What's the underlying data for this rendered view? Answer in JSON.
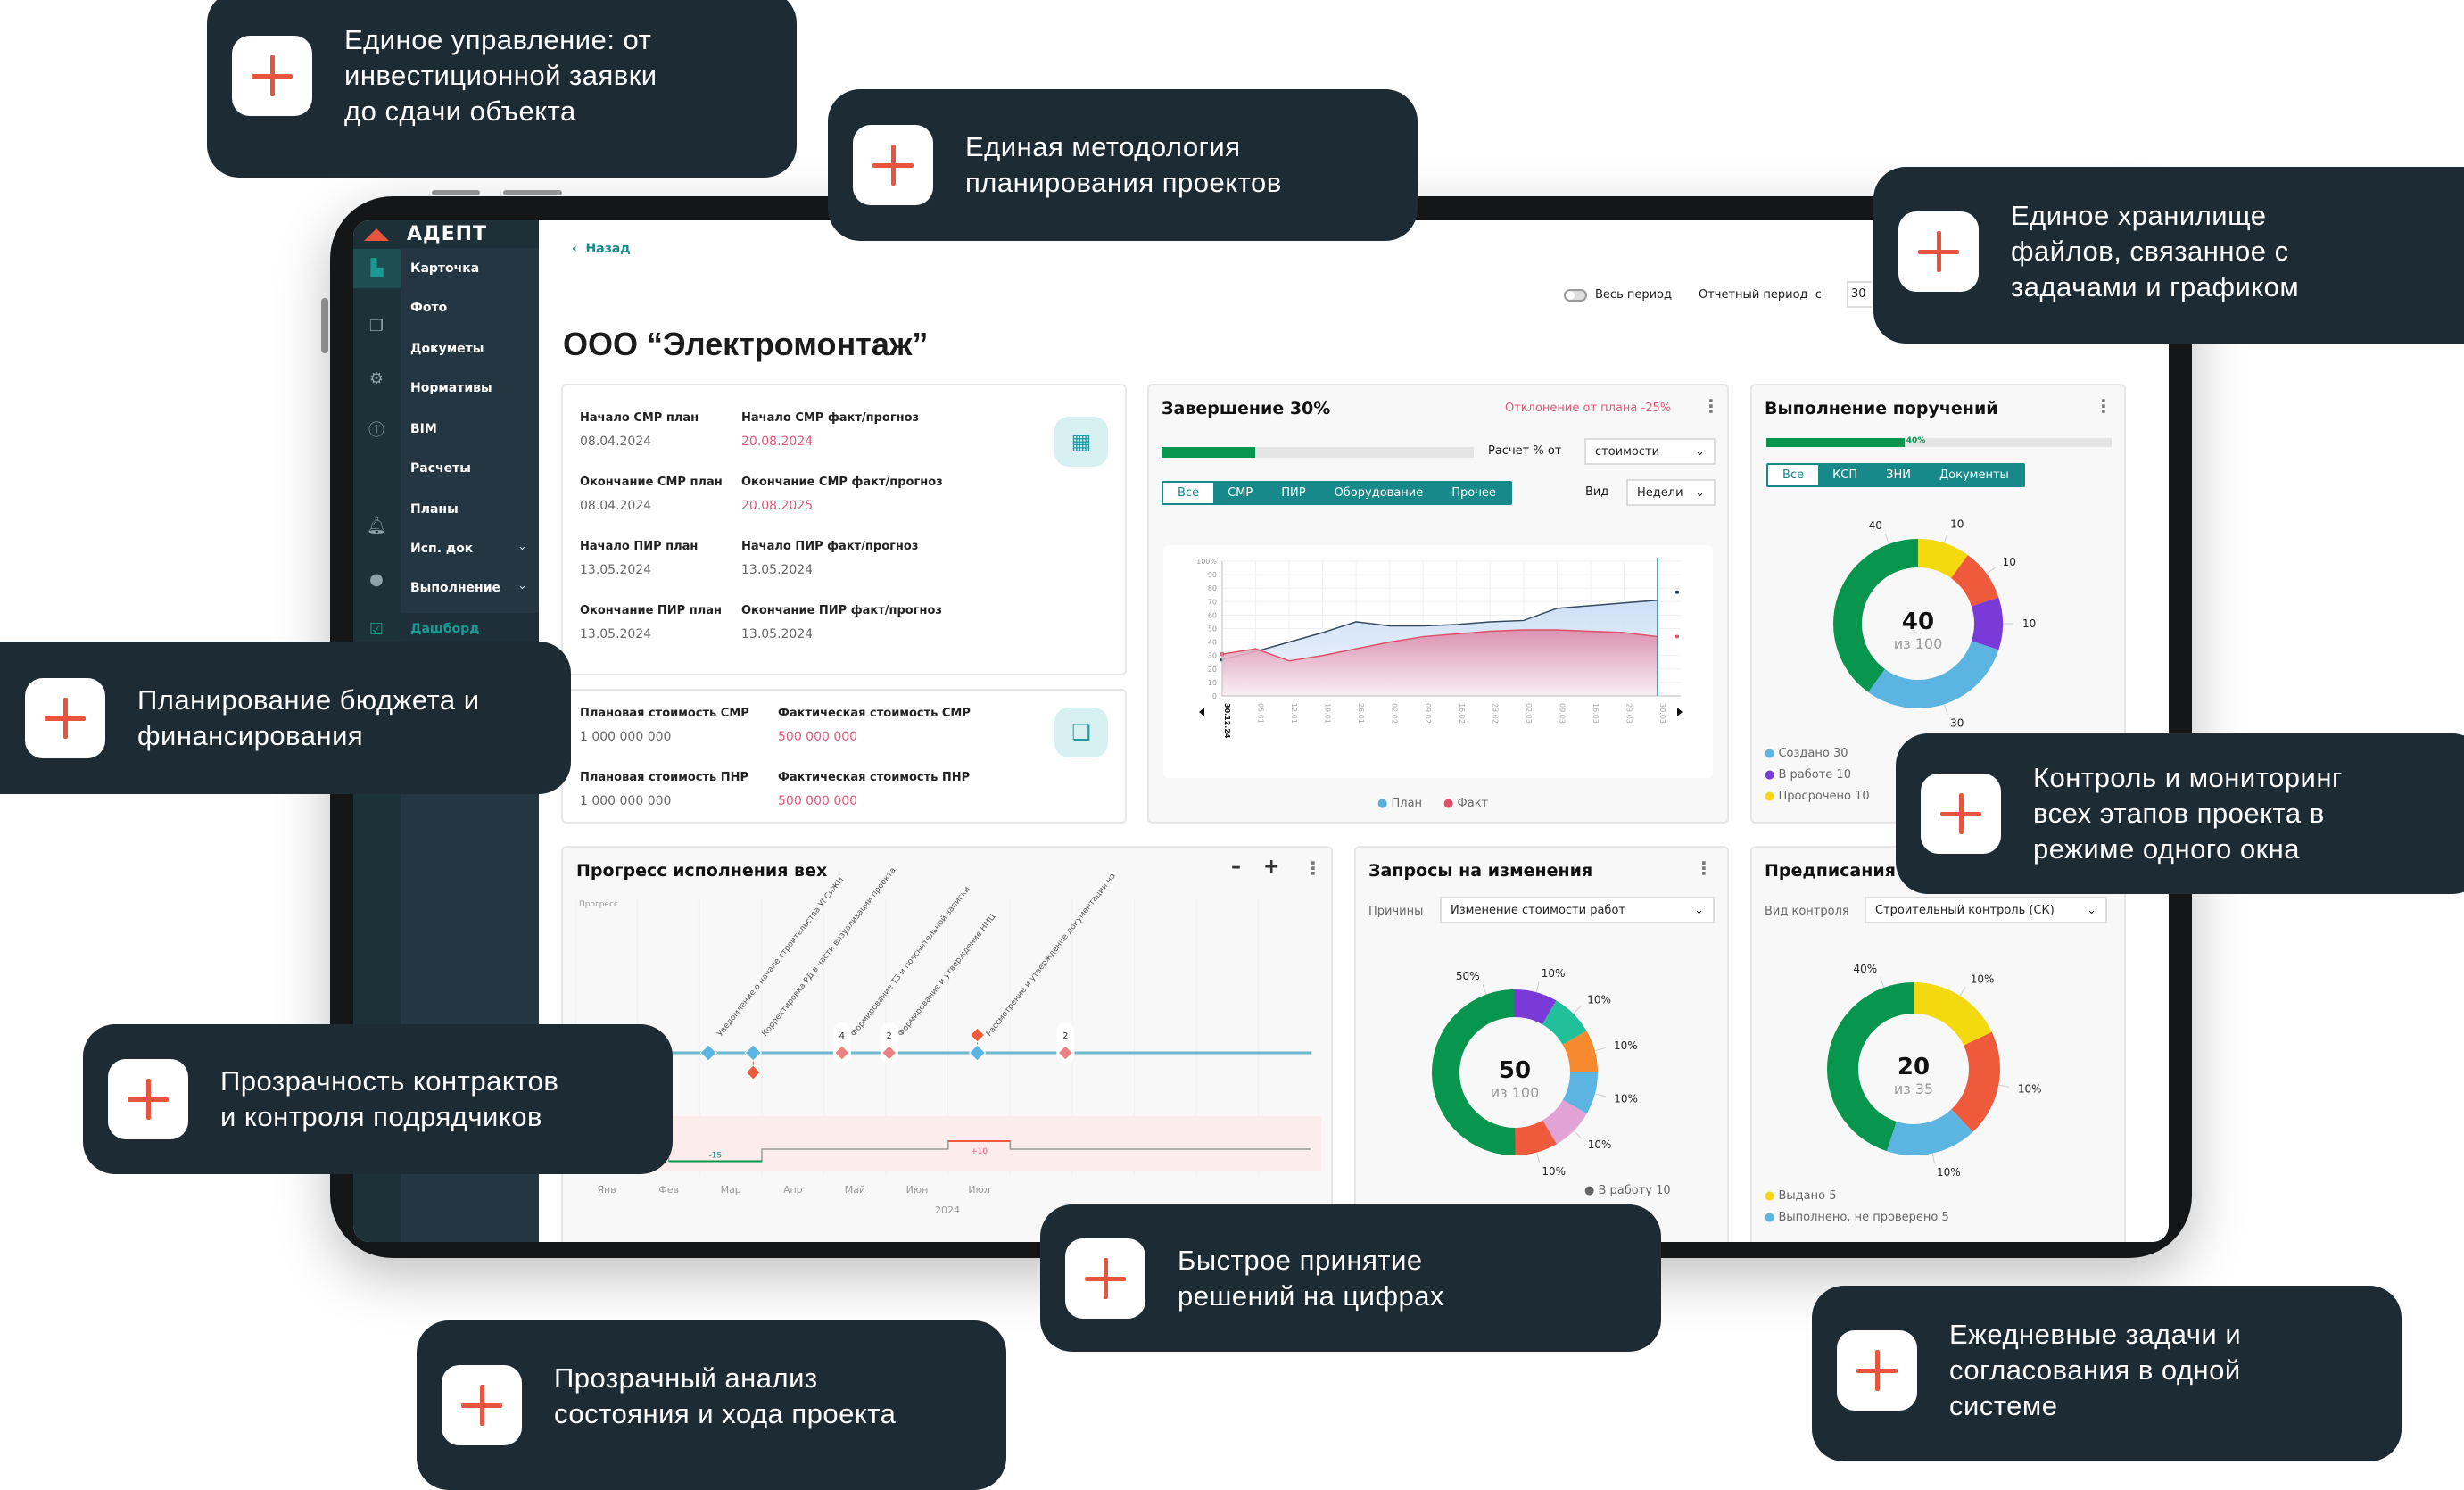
{
  "sidebar": {
    "logo": "АДЕПТ",
    "items": [
      "Карточка",
      "Фото",
      "Докуметы",
      "Нормативы",
      "BIM",
      "Расчеты",
      "Планы",
      "Исп. док",
      "Выполнение",
      "Дашборд"
    ]
  },
  "header": {
    "back": "Назад",
    "whole_period": "Весь период",
    "report_period": "Отчетный период  с",
    "report_from": "30",
    "title": "ООО “Электромонтаж”"
  },
  "dates_card": {
    "rows": [
      {
        "plan_label": "Начало СМР план",
        "plan": "08.04.2024",
        "fact_label": "Начало СМР факт/прогноз",
        "fact": "20.08.2024"
      },
      {
        "plan_label": "Окончание СМР план",
        "plan": "08.04.2024",
        "fact_label": "Окончание СМР факт/прогноз",
        "fact": "20.08.2025"
      },
      {
        "plan_label": "Начало ПИР план",
        "plan": "13.05.2024",
        "fact_label": "Начало ПИР факт/прогноз",
        "fact": "13.05.2024"
      },
      {
        "plan_label": "Окончание ПИР план",
        "plan": "13.05.2024",
        "fact_label": "Окончание ПИР факт/прогноз",
        "fact": "13.05.2024"
      }
    ]
  },
  "cost_card": {
    "rows": [
      {
        "plan_label": "Плановая стоимость СМР",
        "plan": "1 000 000 000",
        "fact_label": "Фактическая стоимость СМР",
        "fact": "500 000 000"
      },
      {
        "plan_label": "Плановая стоимость ПНР",
        "plan": "1 000 000 000",
        "fact_label": "Фактическая стоимость ПНР",
        "fact": "500 000 000"
      }
    ]
  },
  "completion": {
    "title": "Завершение 30%",
    "deviation": "Отклонение от плана -25%",
    "progress": 30,
    "calc_label": "Расчет % от",
    "calc_value": "стоимости",
    "tabs": [
      "Все",
      "СМР",
      "ПИР",
      "Оборудование",
      "Прочее"
    ],
    "view_label": "Вид",
    "view_value": "Недели"
  },
  "tasks": {
    "title": "Выполнение поручений",
    "progress": 40,
    "progress_label": "40%",
    "tabs": [
      "Все",
      "КСП",
      "ЗНИ",
      "Документы"
    ],
    "legend": [
      "Создано 30",
      "В работе 10",
      "Просрочено 10"
    ]
  },
  "milestones": {
    "title": "Прогресс исполнения вех"
  },
  "requests": {
    "title": "Запросы на изменения",
    "reason_label": "Причины",
    "reason_value": "Изменение стоимости работ",
    "legend_partial": "В работу 10"
  },
  "orders": {
    "title": "Предписания",
    "control_label": "Вид контроля",
    "control_value": "Строительный контроль (СК)",
    "legend": [
      "Выдано 5",
      "Выполнено, не проверено 5"
    ]
  },
  "colors": {
    "teal": "#17898a",
    "green": "#08954d",
    "red": "#e8553f",
    "pink": "#e05a7c",
    "callout_bg": "#1d2c34"
  },
  "chart_data": [
    {
      "id": "completion",
      "type": "area",
      "x": [
        "30.12.24",
        "05.01",
        "12.01",
        "19.01",
        "26.01",
        "02.02",
        "09.02",
        "16.02",
        "23.02",
        "02.03",
        "09.03",
        "16.03",
        "23.03",
        "30.03"
      ],
      "yticks": [
        "0",
        "10",
        "20",
        "30",
        "40",
        "50",
        "60",
        "70",
        "80",
        "90",
        "100%"
      ],
      "ylim": [
        0,
        100
      ],
      "series": [
        {
          "name": "План",
          "color": "#5aaedc",
          "values": [
            27,
            33,
            40,
            47,
            55,
            52,
            52,
            53,
            55,
            56,
            65,
            67,
            69,
            71
          ]
        },
        {
          "name": "Факт",
          "color": "#e0506a",
          "values": [
            31,
            35,
            26,
            30,
            35,
            40,
            44,
            46,
            48,
            49,
            49,
            48,
            47,
            44
          ]
        }
      ]
    },
    {
      "id": "tasks",
      "type": "pie",
      "center_value": "40",
      "center_sub": "из 100",
      "slices": [
        {
          "label": "40",
          "value": 40,
          "color": "#08954d"
        },
        {
          "label": "10",
          "value": 10,
          "color": "#f5d90f"
        },
        {
          "label": "10",
          "value": 10,
          "color": "#ef5a3d"
        },
        {
          "label": "10",
          "value": 10,
          "color": "#7a3ad8"
        },
        {
          "label": "30",
          "value": 30,
          "color": "#5cb5e0"
        }
      ]
    },
    {
      "id": "requests",
      "type": "pie",
      "center_value": "50",
      "center_sub": "из 100",
      "slices": [
        {
          "label": "50%",
          "value": 50,
          "color": "#08954d"
        },
        {
          "label": "10%",
          "value": 8.3,
          "color": "#7a3ad8"
        },
        {
          "label": "10%",
          "value": 8.3,
          "color": "#22c09a"
        },
        {
          "label": "10%",
          "value": 8.3,
          "color": "#f78a2e"
        },
        {
          "label": "10%",
          "value": 8.3,
          "color": "#5cb5e0"
        },
        {
          "label": "10%",
          "value": 8.3,
          "color": "#e0a3d3"
        },
        {
          "label": "10%",
          "value": 8.3,
          "color": "#ef5a3d"
        }
      ]
    },
    {
      "id": "orders",
      "type": "pie",
      "center_value": "20",
      "center_sub": "из 35",
      "slices": [
        {
          "label": "40%",
          "value": 45,
          "color": "#08954d"
        },
        {
          "label": "10%",
          "value": 18,
          "color": "#f5d90f"
        },
        {
          "label": "10%",
          "value": 20,
          "color": "#ef5a3d"
        },
        {
          "label": "10%",
          "value": 17,
          "color": "#5cb5e0"
        }
      ]
    },
    {
      "id": "milestones",
      "type": "timeline",
      "ylabel": "Прогресс",
      "year": "2024",
      "months": [
        "Янв",
        "Фев",
        "Мар",
        "Апр",
        "Май",
        "Июн",
        "Июл"
      ],
      "points": [
        {
          "month": 1.64,
          "kind": "plan",
          "label": "Уведомление о начале строительства УГСиЖН"
        },
        {
          "month": 2.36,
          "kind": "plan",
          "label": "Корректировка РД в части визуализации проекта",
          "late": true
        },
        {
          "month": 3.79,
          "kind": "group",
          "count": "4",
          "label": "Формирование ТЗ и пояснительной записки"
        },
        {
          "month": 4.55,
          "kind": "group",
          "count": "2",
          "label": "Формирование и утверждение НМЦ"
        },
        {
          "month": 5.97,
          "kind": "plan",
          "label": "Рассмотрение и утверждение документации на",
          "early": true
        },
        {
          "month": 7.39,
          "kind": "group",
          "count": "2"
        }
      ],
      "deviations": [
        {
          "from": 1.0,
          "to": 2.5,
          "value": -15,
          "label": "-15"
        },
        {
          "from": 5.5,
          "to": 6.5,
          "value": 10,
          "label": "+10"
        }
      ]
    }
  ],
  "callouts": [
    "Единое управление: от\nинвестиционной заявки\nдо сдачи объекта",
    "Единая методология\nпланирования проектов",
    "Единое хранилище\nфайлов, связанное с\nзадачами и графиком",
    "Планирование бюджета и\nфинансирования",
    "Контроль и мониторинг\nвсех этапов проекта в\nрежиме одного окна",
    "Прозрачность контрактов\nи контроля подрядчиков",
    "Быстрое принятие\nрешений на цифрах",
    "Прозрачный анализ\nсостояния и хода проекта",
    "Ежедневные задачи и\nсогласования в одной\nсистеме"
  ]
}
